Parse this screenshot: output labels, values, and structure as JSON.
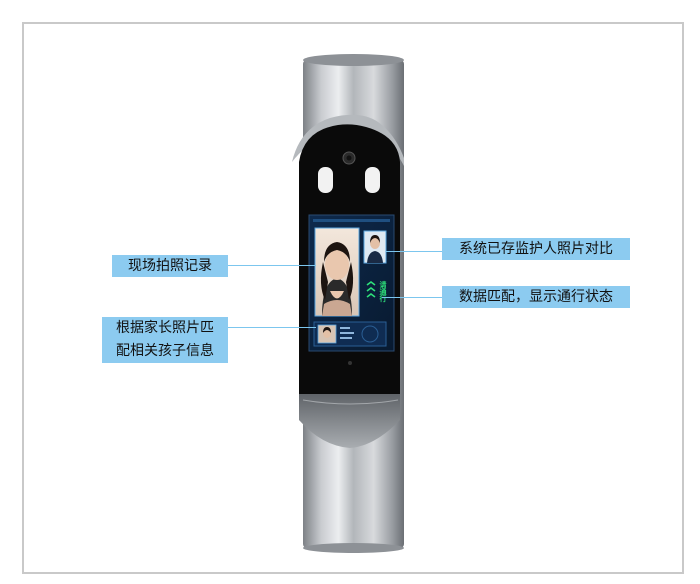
{
  "callouts": {
    "left_top": "现场拍照记录",
    "left_bottom_line1": "根据家长照片匹",
    "left_bottom_line2": "配相关孩子信息",
    "right_top": "系统已存监护人照片对比",
    "right_bottom": "数据匹配，显示通行状态"
  },
  "screen": {
    "pass_text": "请通行"
  },
  "colors": {
    "callout_bg": "#8ccbf0",
    "screen_bg": "#0b1f3a",
    "accent_green": "#2ee07a",
    "frame_border": "#c9c9c9"
  }
}
